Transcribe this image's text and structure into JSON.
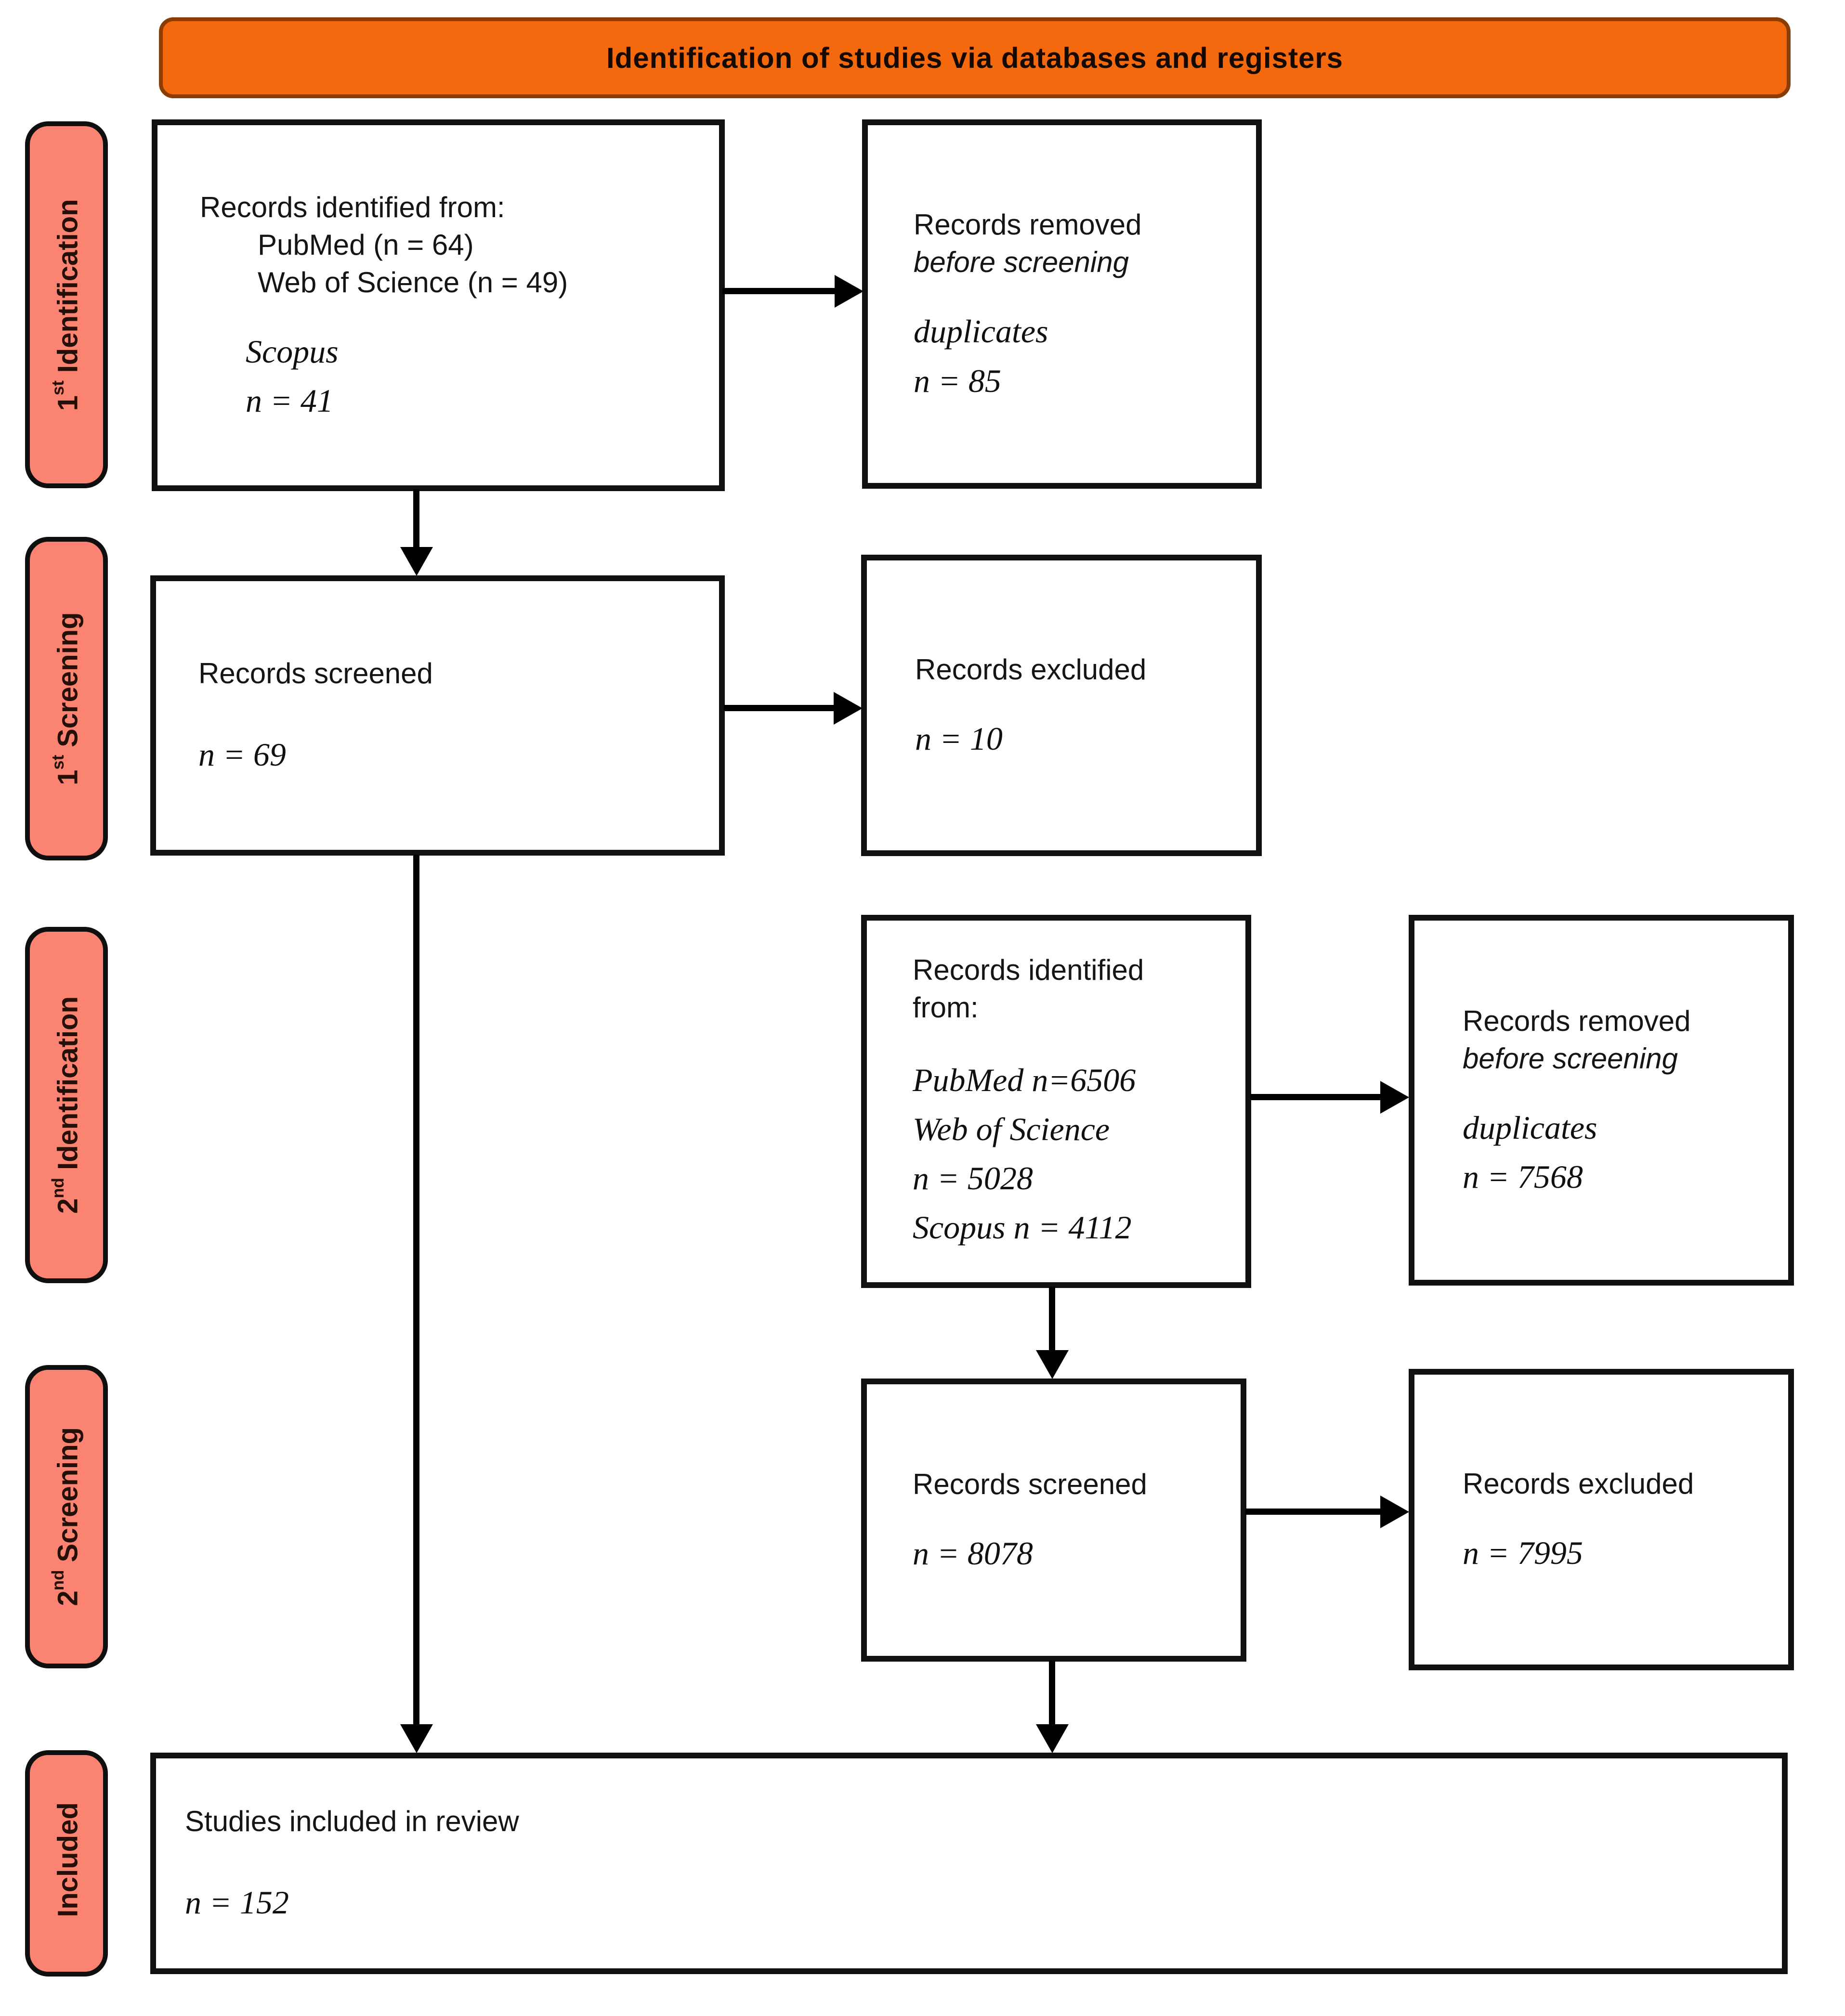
{
  "banner": {
    "title": "Identification of studies via databases and registers"
  },
  "colors": {
    "banner_bg": "#F4690E",
    "banner_border": "#8C3C05",
    "stage_bg": "#FA8471",
    "box_border": "#111111"
  },
  "stages": [
    {
      "num": "1",
      "ordinal": "st",
      "name": "Identification"
    },
    {
      "num": "1",
      "ordinal": "st",
      "name": "Screening"
    },
    {
      "num": "2",
      "ordinal": "nd",
      "name": "Identification"
    },
    {
      "num": "2",
      "ordinal": "nd",
      "name": "Screening"
    },
    {
      "num": "",
      "ordinal": "",
      "name": "Included"
    }
  ],
  "boxes": {
    "records_identified_1": {
      "title": "Records identified from:",
      "source_pubmed": "PubMed (n = 64)",
      "source_wos": "Web of Science (n = 49)",
      "source_scopus": "Scopus",
      "scopus_count": "n = 41"
    },
    "records_removed_1": {
      "line1": "Records removed",
      "line2": "before screening",
      "reason": "duplicates",
      "count": "n = 85"
    },
    "records_screened_1": {
      "title": "Records screened",
      "count": "n = 69"
    },
    "records_excluded_1": {
      "title": "Records excluded",
      "count": "n = 10"
    },
    "records_identified_2": {
      "title_line1": "Records identified",
      "title_line2": "from:",
      "source_pubmed": "PubMed n=6506",
      "source_wos": "Web of Science",
      "source_wos_count": "n = 5028",
      "source_scopus": "Scopus n = 4112"
    },
    "records_removed_2": {
      "line1": "Records removed",
      "line2": "before screening",
      "reason": "duplicates",
      "count": "n = 7568"
    },
    "records_screened_2": {
      "title": "Records screened",
      "count": "n = 8078"
    },
    "records_excluded_2": {
      "title": "Records excluded",
      "count": "n = 7995"
    },
    "included": {
      "title": "Studies included in review",
      "count": "n = 152"
    }
  }
}
